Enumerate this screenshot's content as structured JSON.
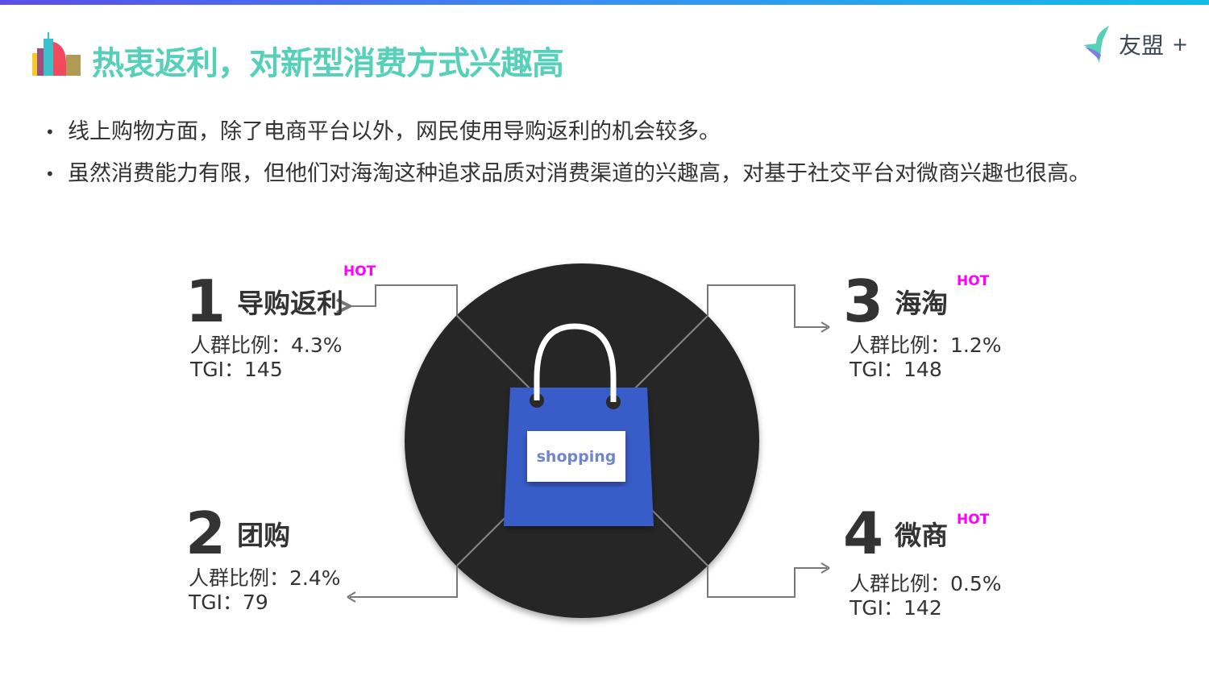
{
  "header": {
    "title": "热衷返利，对新型消费方式兴趣高",
    "brand": "友盟",
    "brand_plus": "+"
  },
  "bullets": [
    "线上购物方面，除了电商平台以外，网民使用导购返利的机会较多。",
    "虽然消费能力有限，但他们对海淘这种追求品质对消费渠道的兴趣高，对基于社交平台对微商兴趣也很高。"
  ],
  "center": {
    "label": "shopping"
  },
  "hot_label": "HOT",
  "items": [
    {
      "num": "1",
      "name": "导购返利",
      "ratio": "人群比例：4.3%",
      "tgi": "TGI：145"
    },
    {
      "num": "2",
      "name": "团购",
      "ratio": "人群比例：2.4%",
      "tgi": "TGI：79"
    },
    {
      "num": "3",
      "name": "海淘",
      "ratio": "人群比例：1.2%",
      "tgi": "TGI：148"
    },
    {
      "num": "4",
      "name": "微商",
      "ratio": "人群比例：0.5%",
      "tgi": "TGI：142"
    }
  ],
  "colors": {
    "title": "#56d0b8",
    "circle": "#252525",
    "bag": "#375dc8",
    "hot": "#ff00ff"
  }
}
